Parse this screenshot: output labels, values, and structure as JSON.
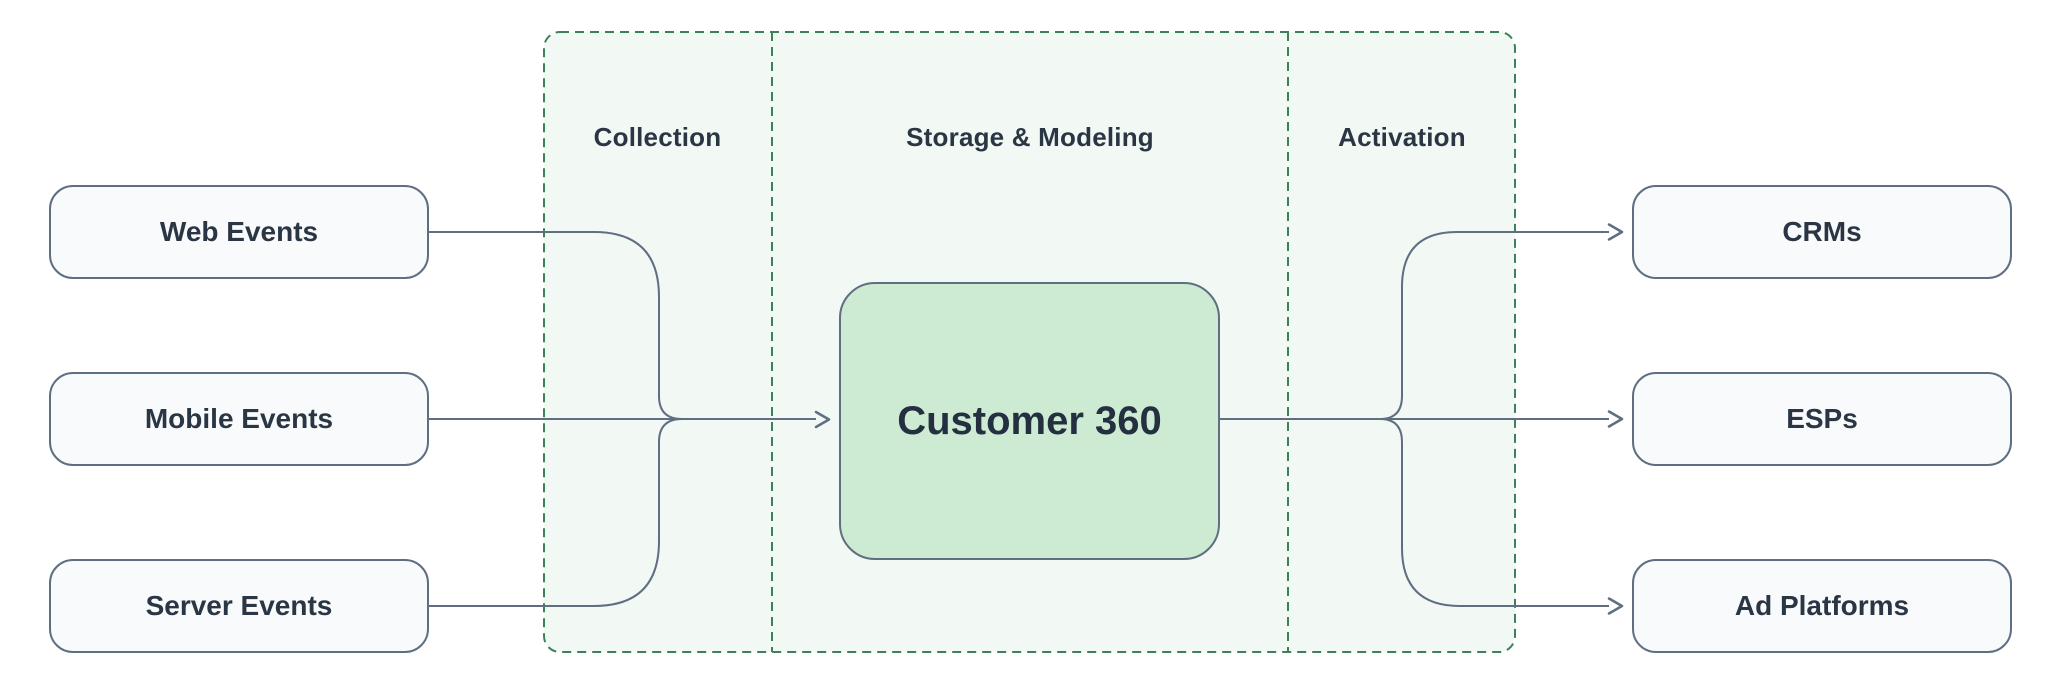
{
  "diagram": {
    "type": "flow-diagram",
    "description": "Customer data pipeline: event sources flow through Collection into Storage & Modeling (Customer 360) and out through Activation to destinations"
  },
  "sources": [
    {
      "label": "Web Events"
    },
    {
      "label": "Mobile Events"
    },
    {
      "label": "Server Events"
    }
  ],
  "zones": [
    {
      "label": "Collection"
    },
    {
      "label": "Storage & Modeling"
    },
    {
      "label": "Activation"
    }
  ],
  "hub": {
    "label": "Customer 360"
  },
  "destinations": [
    {
      "label": "CRMs"
    },
    {
      "label": "ESPs"
    },
    {
      "label": "Ad Platforms"
    }
  ],
  "colors": {
    "page_background": "#ffffff",
    "zone_border_green": "#3d8156",
    "zone_fill_green": "#f2f9f4",
    "hub_fill_green": "#cdebd2",
    "node_fill": "#f9fafc",
    "node_border": "#5f6e81",
    "connector": "#5f6e81",
    "text": "#2b3645"
  }
}
